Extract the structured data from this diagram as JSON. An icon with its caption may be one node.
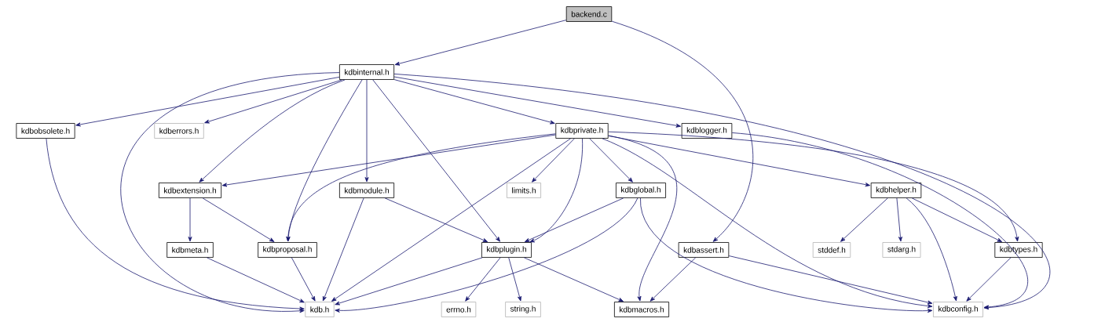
{
  "diagram": {
    "nodes": [
      {
        "text": [
          "backend.c"
        ]
      },
      {
        "text": [
          "kdbinternal.h"
        ]
      },
      {
        "text": [
          "kdbobsolete.h"
        ]
      },
      {
        "text": [
          "kdberrors.h"
        ]
      },
      {
        "text": [
          "kdbprivate.h"
        ]
      },
      {
        "text": [
          "kdblogger.h"
        ]
      },
      {
        "text": [
          "kdbextension.h"
        ]
      },
      {
        "text": [
          "kdbmodule.h"
        ]
      },
      {
        "text": [
          "limits.h"
        ]
      },
      {
        "text": [
          "kdbglobal.h"
        ]
      },
      {
        "text": [
          "kdbhelper.h"
        ]
      },
      {
        "text": [
          "kdbmeta.h"
        ]
      },
      {
        "text": [
          "kdbproposal.h"
        ]
      },
      {
        "text": [
          "kdbplugin.h"
        ]
      },
      {
        "text": [
          "kdbassert.h"
        ]
      },
      {
        "text": [
          "stddef.h"
        ]
      },
      {
        "text": [
          "stdarg.h"
        ]
      },
      {
        "text": [
          "kdbtypes.h"
        ]
      },
      {
        "text": [
          "kdb.h"
        ]
      },
      {
        "text": [
          "errno.h"
        ]
      },
      {
        "text": [
          "string.h"
        ]
      },
      {
        "text": [
          "kdbmacros.h"
        ]
      },
      {
        "text": [
          "kdbconfig.h"
        ]
      }
    ],
    "edges": [
      {
        "from": 0,
        "to": 1,
        "arrow": "to"
      },
      {
        "from": 0,
        "to": 14,
        "arrow": "to"
      },
      {
        "from": 1,
        "to": 2,
        "arrow": "to"
      },
      {
        "from": 1,
        "to": 3,
        "arrow": "to"
      },
      {
        "from": 1,
        "to": 4,
        "arrow": "to"
      },
      {
        "from": 1,
        "to": 5,
        "arrow": "to"
      },
      {
        "from": 1,
        "to": 6,
        "arrow": "to"
      },
      {
        "from": 1,
        "to": 7,
        "arrow": "to"
      },
      {
        "from": 1,
        "to": 12,
        "arrow": "to"
      },
      {
        "from": 1,
        "to": 13,
        "arrow": "to"
      },
      {
        "from": 1,
        "to": 18,
        "arrow": "to"
      },
      {
        "from": 1,
        "to": 22,
        "arrow": "to"
      },
      {
        "from": 2,
        "to": 18,
        "arrow": "to"
      },
      {
        "from": 4,
        "to": 6,
        "arrow": "to"
      },
      {
        "from": 4,
        "to": 12,
        "arrow": "to"
      },
      {
        "from": 4,
        "to": 8,
        "arrow": "to"
      },
      {
        "from": 4,
        "to": 13,
        "arrow": "to"
      },
      {
        "from": 4,
        "to": 9,
        "arrow": "to"
      },
      {
        "from": 4,
        "to": 18,
        "arrow": "to"
      },
      {
        "from": 4,
        "to": 21,
        "arrow": "to"
      },
      {
        "from": 4,
        "to": 22,
        "arrow": "to"
      },
      {
        "from": 4,
        "to": 10,
        "arrow": "to"
      },
      {
        "from": 4,
        "to": 17,
        "arrow": "to"
      },
      {
        "from": 5,
        "to": 22,
        "arrow": "to"
      },
      {
        "from": 6,
        "to": 11,
        "arrow": "to"
      },
      {
        "from": 6,
        "to": 12,
        "arrow": "to"
      },
      {
        "from": 7,
        "to": 18,
        "arrow": "to"
      },
      {
        "from": 7,
        "to": 13,
        "arrow": "to"
      },
      {
        "from": 9,
        "to": 13,
        "arrow": "to"
      },
      {
        "from": 9,
        "to": 18,
        "arrow": "to"
      },
      {
        "from": 9,
        "to": 22,
        "arrow": "to"
      },
      {
        "from": 10,
        "to": 15,
        "arrow": "to"
      },
      {
        "from": 10,
        "to": 16,
        "arrow": "to"
      },
      {
        "from": 10,
        "to": 22,
        "arrow": "to"
      },
      {
        "from": 10,
        "to": 17,
        "arrow": "to"
      },
      {
        "from": 11,
        "to": 18,
        "arrow": "to"
      },
      {
        "from": 12,
        "to": 18,
        "arrow": "to"
      },
      {
        "from": 13,
        "to": 18,
        "arrow": "to"
      },
      {
        "from": 13,
        "to": 19,
        "arrow": "to"
      },
      {
        "from": 13,
        "to": 20,
        "arrow": "to"
      },
      {
        "from": 13,
        "to": 21,
        "arrow": "to"
      },
      {
        "from": 14,
        "to": 21,
        "arrow": "to"
      },
      {
        "from": 14,
        "to": 22,
        "arrow": "to"
      },
      {
        "from": 17,
        "to": 22,
        "arrow": "to"
      }
    ]
  }
}
